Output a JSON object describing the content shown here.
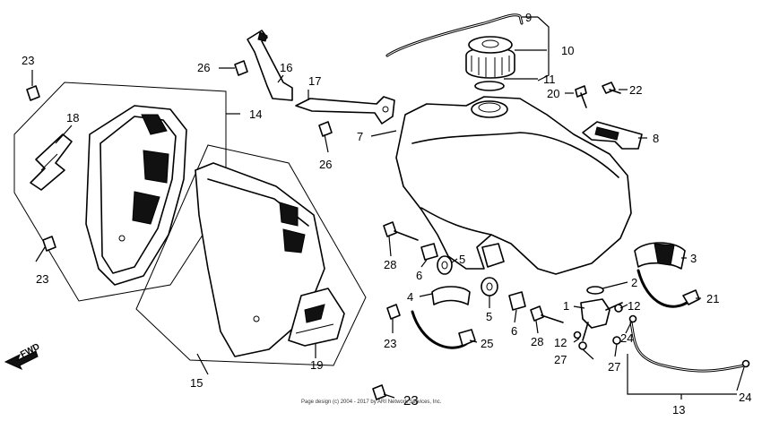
{
  "diagram": {
    "direction_label": "FWD",
    "footer": "Page design (c) 2004 - 2017 by ARI Network Services, Inc.",
    "callouts": {
      "c1": "1",
      "c2": "2",
      "c3": "3",
      "c4": "4",
      "c5a": "5",
      "c5b": "5",
      "c6a": "6",
      "c6b": "6",
      "c7": "7",
      "c8": "8",
      "c9": "9",
      "c10": "10",
      "c11": "11",
      "c12a": "12",
      "c12b": "12",
      "c13": "13",
      "c14": "14",
      "c15": "15",
      "c16": "16",
      "c17": "17",
      "c18": "18",
      "c19": "19",
      "c20": "20",
      "c21": "21",
      "c22": "22",
      "c23a": "23",
      "c23b": "23",
      "c23c": "23",
      "c23d": "23",
      "c24a": "24",
      "c24b": "24",
      "c25": "25",
      "c26a": "26",
      "c26b": "26",
      "c27a": "27",
      "c27b": "27",
      "c28a": "28",
      "c28b": "28"
    }
  }
}
